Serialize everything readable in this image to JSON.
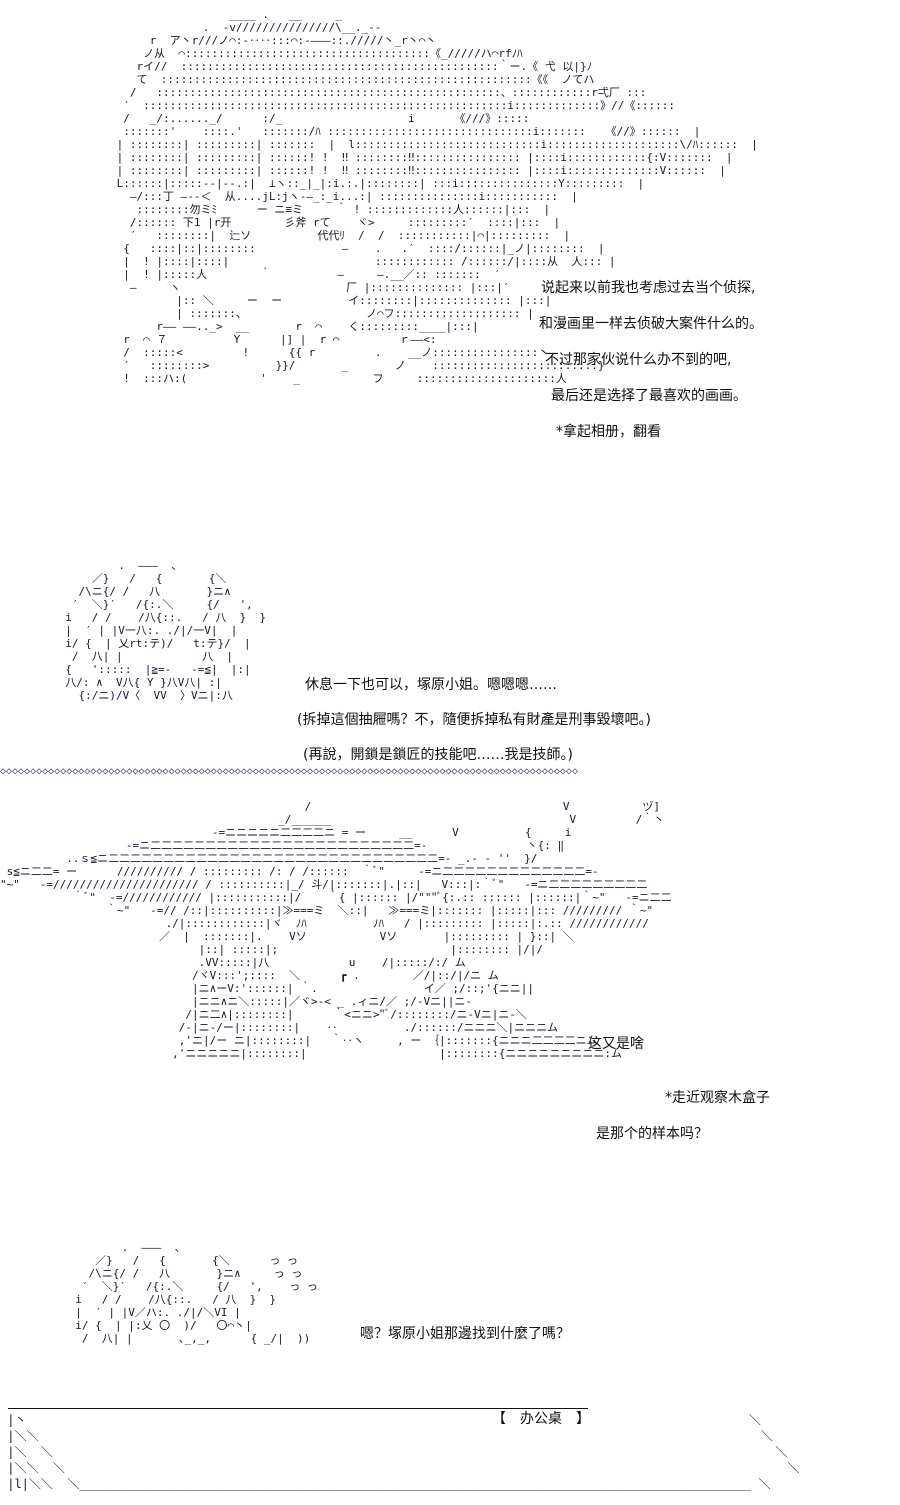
{
  "panel1": {
    "lines": [
      "说起来以前我也考虑过去当个侦探,",
      "和漫画里一样去侦破大案件什么的。",
      "不过那家伙说什么办不到的吧,",
      "最后还是选择了最喜欢的画画。",
      "*拿起相册，翻看"
    ]
  },
  "panel2": {
    "lines": [
      "休息一下也可以，塚原小姐。嗯嗯嗯……",
      "(拆掉這個抽屜嗎？不，隨便拆掉私有財產是刑事毀壞吧。)",
      "(再說，開鎖是鎖匠的技能吧……我是技師。)"
    ]
  },
  "panel3": {
    "lines": [
      "这又是啥",
      "*走近观察木盒子",
      "是那个的样本吗？"
    ]
  },
  "panel4": {
    "lines": [
      "嗯？塚原小姐那邊找到什麼了嗎？"
    ],
    "location_label": "【　办公桌　】"
  }
}
